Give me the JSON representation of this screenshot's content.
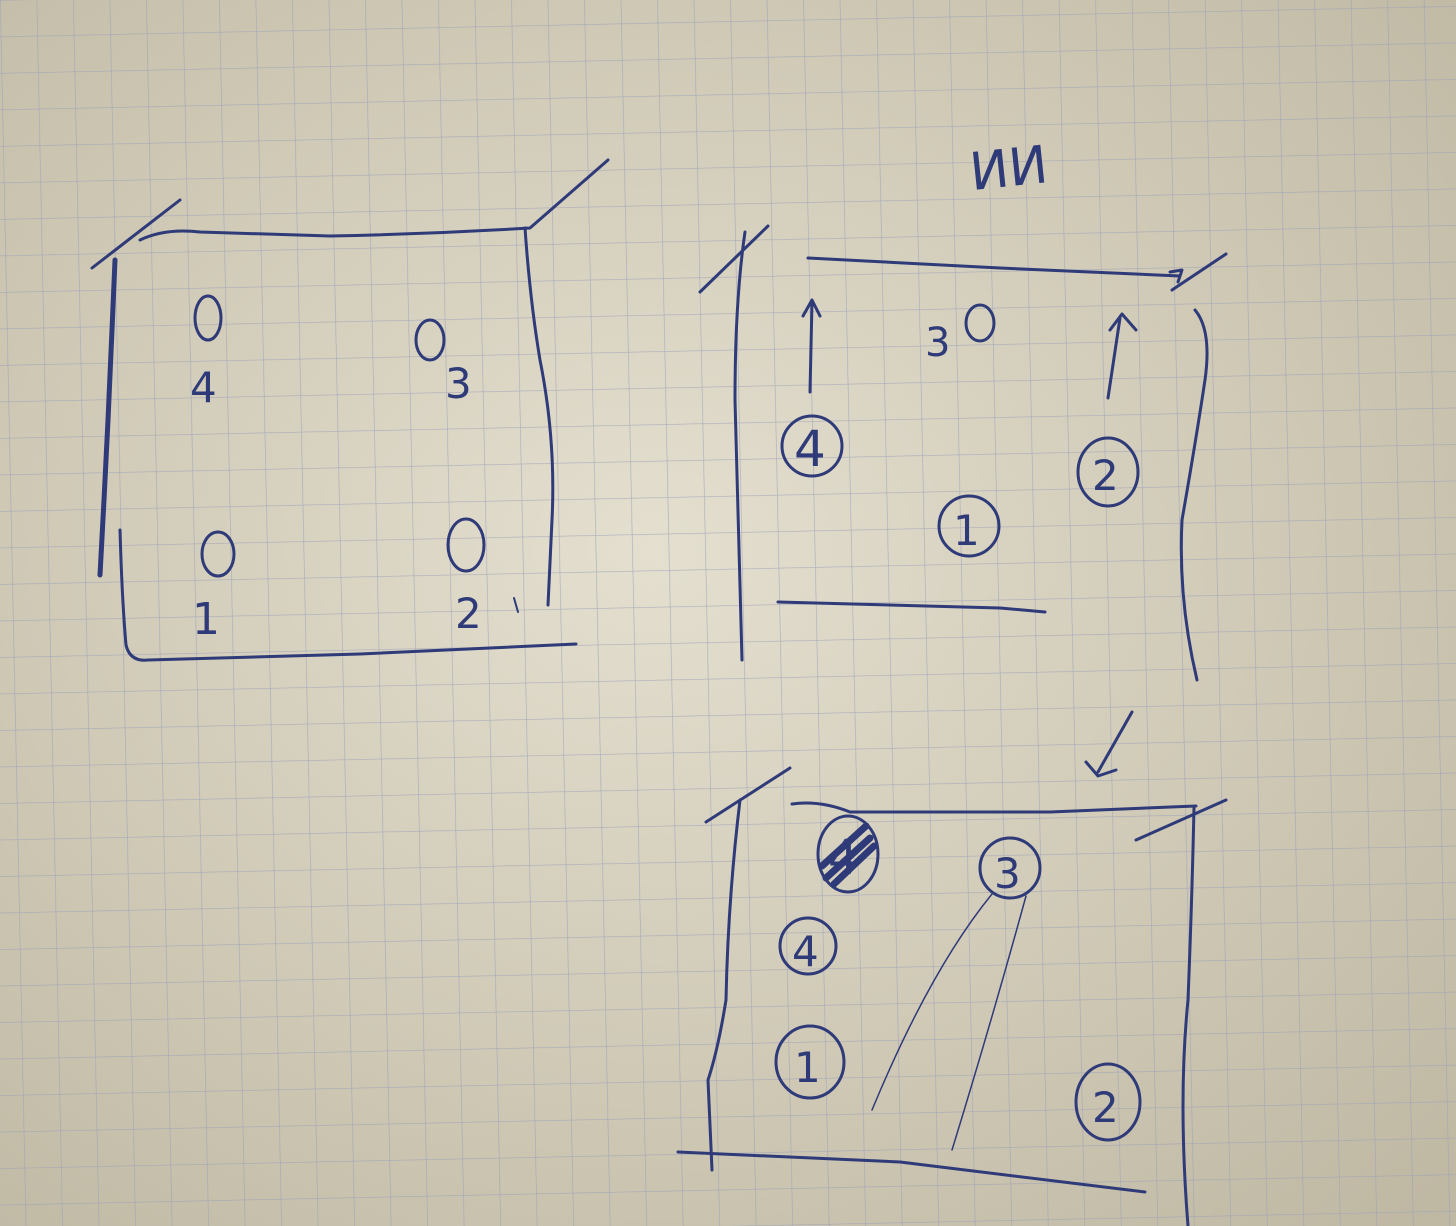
{
  "ink_color": "#2f3a78",
  "paper_color": "#d6d0bd",
  "grid_color": "#9aa0b8",
  "heading": "ИИ",
  "diagram_top_left": {
    "labels": [
      "4",
      "3",
      "1",
      "2"
    ]
  },
  "diagram_right": {
    "labels": [
      "4",
      "1",
      "2"
    ],
    "corner_label": "3"
  },
  "diagram_bottom": {
    "labels": [
      "4",
      "3",
      "1",
      "2"
    ],
    "scribbled_label": "4"
  }
}
